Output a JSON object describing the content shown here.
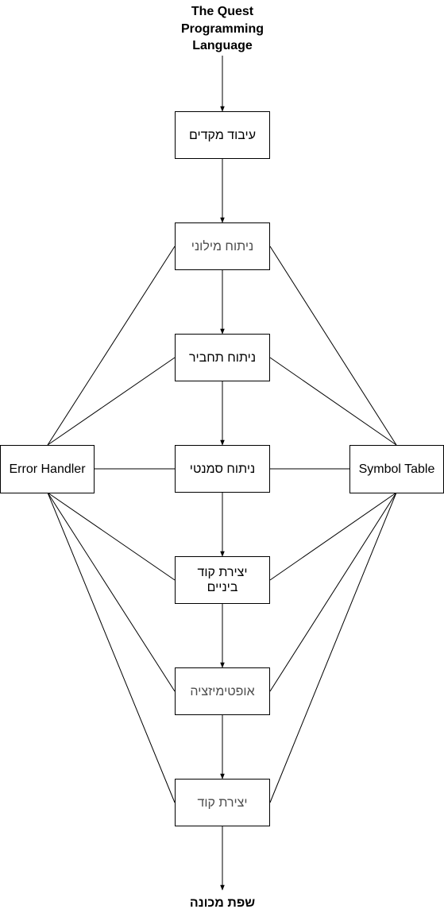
{
  "diagram": {
    "input_label": "The Quest\nProgramming\nLanguage",
    "output_label": "שפת מכונה",
    "stages": {
      "preprocessing": "עיבוד מקדים",
      "lexical_analysis": "ניתוח מילוני",
      "syntax_analysis": "ניתוח תחביר",
      "semantic_analysis": "ניתוח סמנטי",
      "intermediate_code": "יצירת קוד ביניים",
      "optimization": "אופטימיזציה",
      "code_generation": "יצירת קוד"
    },
    "side_components": {
      "error_handler": "Error Handler",
      "symbol_table": "Symbol Table"
    }
  },
  "colors": {
    "stroke": "#000000",
    "box_fill": "#ffffff",
    "muted_text": "#4d4d4d"
  }
}
